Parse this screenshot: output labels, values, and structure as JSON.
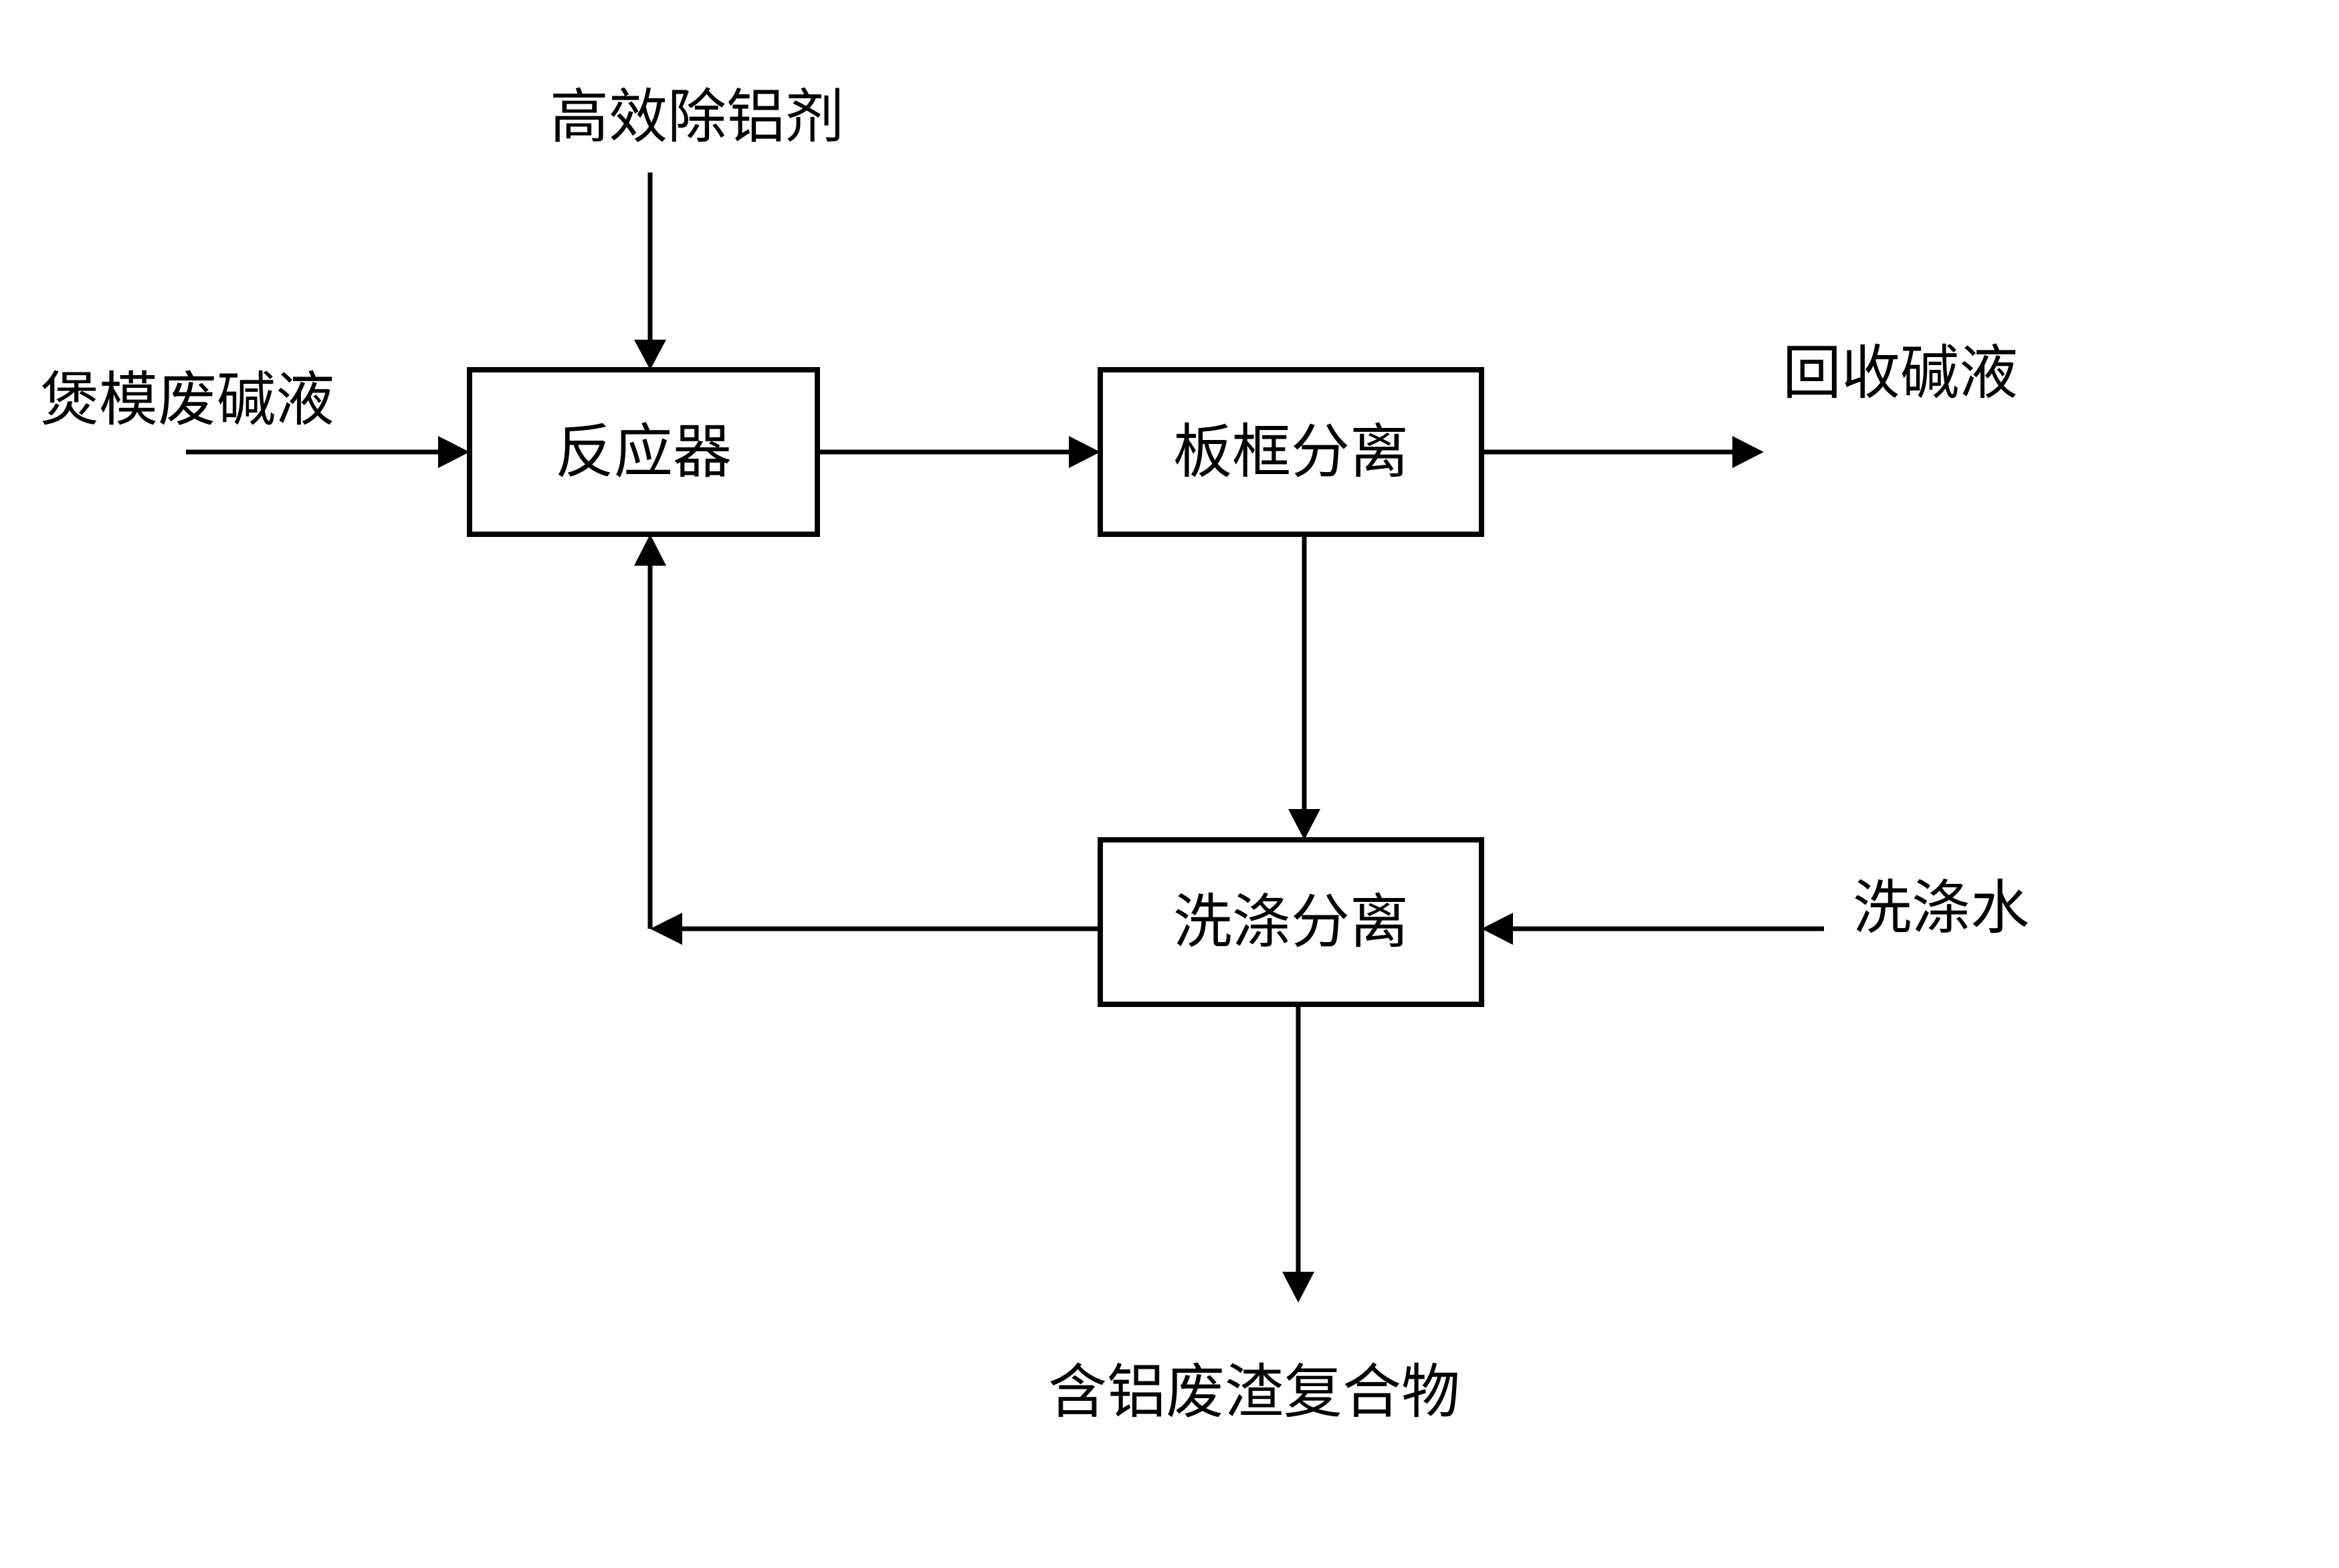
{
  "nodes": {
    "reactor": "反应器",
    "plate_frame_separation": "板框分离",
    "washing_separation": "洗涤分离"
  },
  "inputs": {
    "aluminum_removal_agent": "高效除铝剂",
    "waste_alkali": "煲模废碱液",
    "washing_water": "洗涤水"
  },
  "outputs": {
    "recovered_alkali": "回收碱液",
    "aluminum_residue_composite": "含铝废渣复合物"
  },
  "colors": {
    "stroke": "#000000",
    "background": "#ffffff"
  }
}
